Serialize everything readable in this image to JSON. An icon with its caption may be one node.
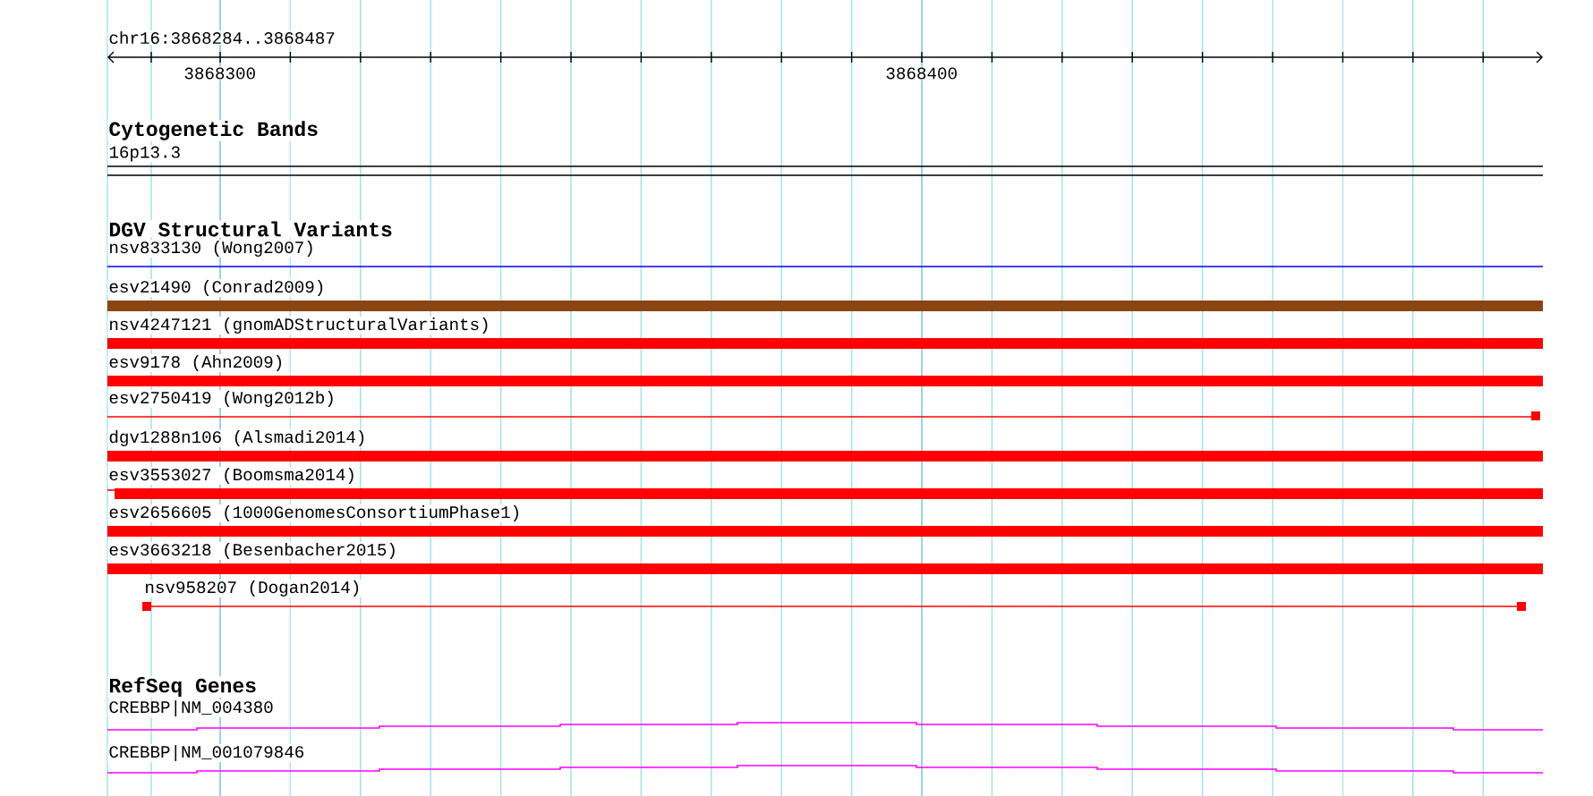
{
  "diagram": {
    "labels": [
      "chr16:3868284..3868487",
      "3868300",
      "3868400",
      "Cytogenetic Bands",
      "16p13.3",
      "DGV Structural Variants",
      "nsv833130 (Wong2007)",
      "esv21490 (Conrad2009)",
      "nsv4247121 (gnomADStructuralVariants)",
      "esv9178 (Ahn2009)",
      "esv2750419 (Wong2012b)",
      "dgv1288n106 (Alsmadi2014)",
      "esv3553027 (Boomsma2014)",
      "esv2656605 (1000GenomesConsortiumPhase1)",
      "esv3663218 (Besenbacher2015)",
      "nsv958207 (Dogan2014)",
      "RefSeq Genes",
      "CREBBP|NM_004380",
      "CREBBP|NM_001079846"
    ]
  }
}
